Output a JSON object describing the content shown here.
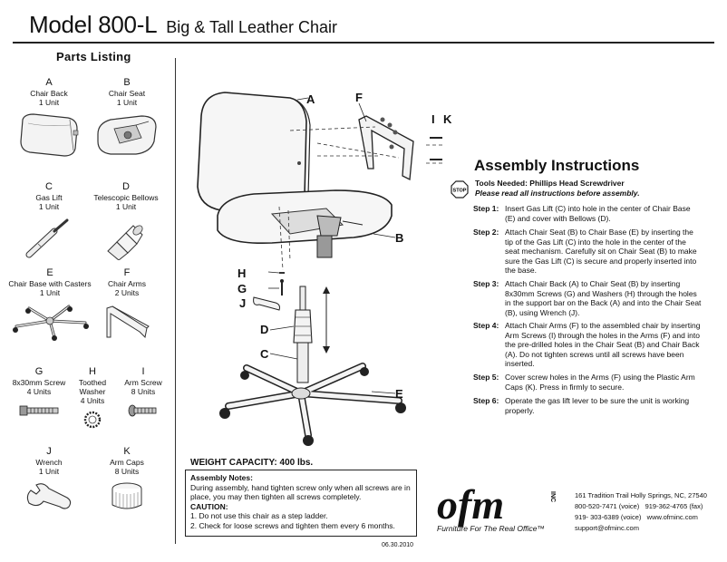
{
  "header": {
    "model": "Model 800-L",
    "subtitle": "Big & Tall Leather Chair"
  },
  "parts": {
    "title": "Parts Listing",
    "items": [
      {
        "letter": "A",
        "name": "Chair Back",
        "qty": "1 Unit"
      },
      {
        "letter": "B",
        "name": "Chair Seat",
        "qty": "1 Unit"
      },
      {
        "letter": "C",
        "name": "Gas Lift",
        "qty": "1 Unit"
      },
      {
        "letter": "D",
        "name": "Telescopic Bellows",
        "qty": "1 Unit"
      },
      {
        "letter": "E",
        "name": "Chair Base with Casters",
        "qty": "1 Unit"
      },
      {
        "letter": "F",
        "name": "Chair Arms",
        "qty": "2 Units"
      },
      {
        "letter": "G",
        "name": "8x30mm Screw",
        "qty": "4 Units"
      },
      {
        "letter": "H",
        "name": "Toothed Washer",
        "qty": "4 Units"
      },
      {
        "letter": "I",
        "name": "Arm Screw",
        "qty": "8 Units"
      },
      {
        "letter": "J",
        "name": "Wrench",
        "qty": "1 Unit"
      },
      {
        "letter": "K",
        "name": "Arm Caps",
        "qty": "8 Units"
      }
    ]
  },
  "diagram": {
    "callouts": {
      "A": "A",
      "B": "B",
      "C": "C",
      "D": "D",
      "E": "E",
      "F": "F",
      "G": "G",
      "H": "H",
      "I": "I",
      "J": "J",
      "K": "K"
    }
  },
  "assembly": {
    "title": "Assembly Instructions",
    "stop_sign": "STOP",
    "tools": "Tools Needed: Phillips Head Screwdriver",
    "please": "Please read all instructions before assembly.",
    "steps": [
      {
        "label": "Step 1:",
        "text": "Insert Gas Lift (C) into hole in the center of Chair Base (E) and cover with Bellows (D)."
      },
      {
        "label": "Step 2:",
        "text": "Attach Chair Seat (B) to Chair Base (E) by inserting the tip of the Gas Lift (C) into the hole in the center of the seat mechanism. Carefully sit on Chair Seat (B) to make sure the Gas Lift (C) is secure and properly inserted into the base."
      },
      {
        "label": "Step 3:",
        "text": "Attach Chair Back (A) to Chair Seat (B) by inserting 8x30mm Screws (G) and Washers (H) through the holes in the support bar on the Back (A) and into the Chair Seat (B), using Wrench (J)."
      },
      {
        "label": "Step 4:",
        "text": "Attach Chair Arms (F) to the assembled chair by inserting Arm Screws (I) through the holes in the Arms (F) and into the pre-drilled holes in the Chair Seat (B) and Chair Back (A). Do not tighten screws until all screws have been inserted."
      },
      {
        "label": "Step 5:",
        "text": "Cover screw holes in the Arms (F) using the Plastic Arm Caps (K). Press in firmly to secure."
      },
      {
        "label": "Step 6:",
        "text": "Operate the gas lift lever to be sure the unit is working properly."
      }
    ]
  },
  "weight_capacity": "WEIGHT CAPACITY: 400 lbs.",
  "notes": {
    "heading": "Assembly Notes:",
    "body": "During assembly, hand tighten screw only when all screws are in place, you may then tighten all screws completely.",
    "caution_heading": "CAUTION:",
    "caution_items": [
      "1. Do not use this chair as a step ladder.",
      "2. Check for loose screws and tighten them every 6 months."
    ]
  },
  "date": "06.30.2010",
  "company": {
    "logo": "ofm",
    "inc": "INC",
    "tagline": "Furniture For The Real Office™",
    "address": "161 Tradition Trail Holly Springs, NC, 27540",
    "phone_voice": "800-520-7471 (voice)",
    "phone_fax": "919-362-4765 (fax)",
    "phone_voice2": "919- 303-6389 (voice)",
    "website": "www.ofminc.com",
    "email": "support@ofminc.com"
  }
}
